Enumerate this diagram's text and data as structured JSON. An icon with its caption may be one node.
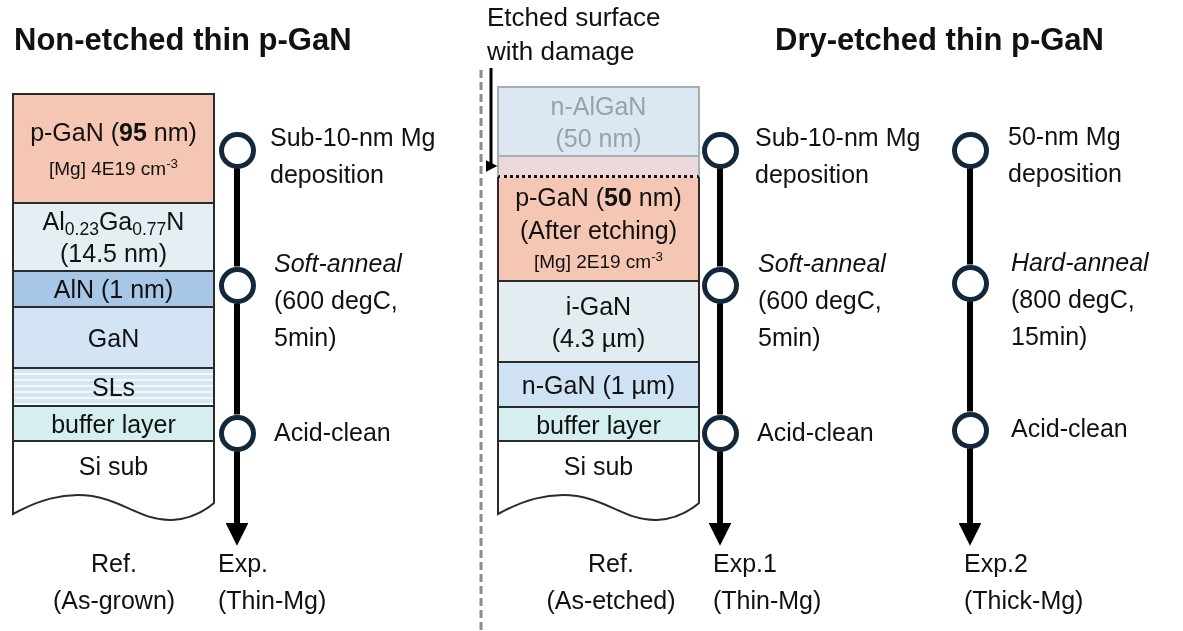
{
  "diagram": {
    "nodes": [
      {
        "text": [
          "p-GaN (**95** nm)",
          "[Mg] 4E19 cm$^{-3}$"
        ]
      },
      {
        "text": [
          "Al$_{0.23}$Ga$_{0.77}$N (14.5 nm)"
        ]
      },
      {
        "text": [
          "AlN (1 nm)"
        ]
      },
      {
        "text": [
          "GaN"
        ]
      },
      {
        "text": [
          "SLs"
        ]
      },
      {
        "text": [
          "buffer layer"
        ]
      },
      {
        "text": [
          "Si sub"
        ]
      },
      {
        "text": [],
        "shape": "circle",
        "beside": [
          "Sub-10-nm Mg deposition"
        ]
      },
      {
        "text": [],
        "shape": "circle",
        "beside": [
          "*Soft-anneal* (600 degC, 5min)"
        ]
      },
      {
        "text": [],
        "shape": "circle",
        "beside": [
          "Acid-clean"
        ]
      },
      {
        "text": [
          "Etched surface with damage"
        ]
      },
      {
        "text": [
          "n-AlGaN (50 nm)"
        ]
      },
      {
        "text": [],
        "shape": "box"
      },
      {
        "text": [
          "p-GaN (**50** nm) (After etching)",
          "[Mg] 2E19 cm$^{-3}$"
        ]
      },
      {
        "text": [
          "i-GaN (4.3 µm)"
        ]
      },
      {
        "text": [
          "n-GaN (1 µm)"
        ]
      },
      {
        "text": [
          "buffer layer"
        ]
      },
      {
        "text": [
          "Si sub"
        ]
      },
      {
        "text": [],
        "shape": "circle",
        "beside": [
          "Sub-10-nm Mg deposition"
        ]
      },
      {
        "text": [],
        "shape": "circle",
        "beside": [
          "*Soft-anneal* (600 degC, 5min)"
        ]
      },
      {
        "text": [],
        "shape": "circle",
        "beside": [
          "Acid-clean"
        ]
      },
      {
        "text": [],
        "shape": "circle",
        "beside": [
          "50-nm Mg deposition"
        ]
      },
      {
        "text": [],
        "shape": "circle",
        "beside": [
          "*Hard-anneal* (800 degC, 15min)"
        ]
      },
      {
        "text": [],
        "shape": "circle",
        "beside": [
          "Acid-clean"
        ]
      },
      {
        "text": [
          "Exp. (Thin-Mg)"
        ]
      },
      {
        "text": [
          "Exp.1 (Thin-Mg)"
        ]
      },
      {
        "text": [
          "Exp.2 (Thick-Mg)"
        ]
      }
    ],
    "edges": [
      {
        "from": 7,
        "to": 8,
        "arrow": "none"
      },
      {
        "from": 8,
        "to": 9,
        "arrow": "none"
      },
      {
        "from": 9,
        "to": 24,
        "arrow": "to"
      },
      {
        "from": 10,
        "to": 12,
        "arrow": "to"
      },
      {
        "from": 18,
        "to": 19,
        "arrow": "none"
      },
      {
        "from": 19,
        "to": 20,
        "arrow": "none"
      },
      {
        "from": 20,
        "to": 25,
        "arrow": "to"
      },
      {
        "from": 21,
        "to": 22,
        "arrow": "none"
      },
      {
        "from": 22,
        "to": 23,
        "arrow": "none"
      },
      {
        "from": 23,
        "to": 26,
        "arrow": "to"
      }
    ],
    "labels": [
      "Non-etched thin p-GaN",
      "Dry-etched thin p-GaN",
      "Ref. (As-grown)",
      "Ref. (As-etched)"
    ]
  }
}
